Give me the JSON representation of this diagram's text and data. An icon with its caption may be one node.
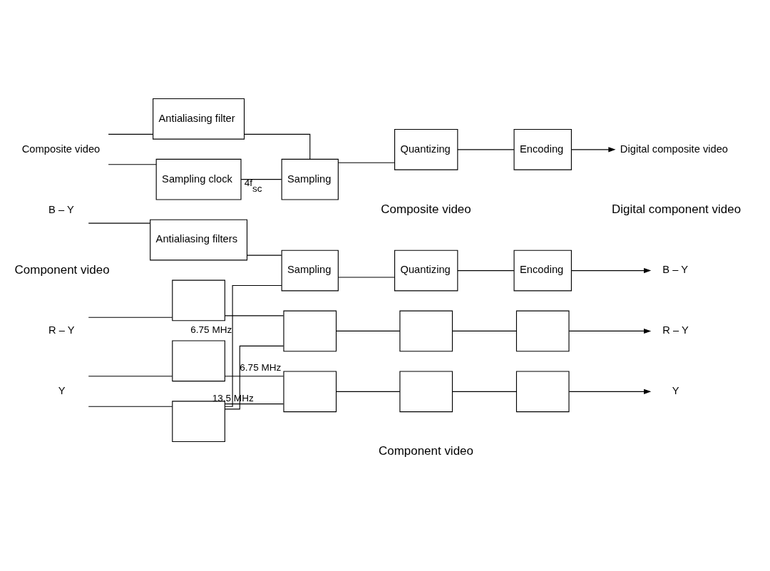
{
  "diagram": {
    "nodes": [
      {
        "text": [
          "Composite video"
        ]
      },
      {
        "text": [
          "Antialiasing filter"
        ]
      },
      {
        "text": [
          "Sampling"
        ]
      },
      {
        "text": [
          "Quantizing"
        ]
      },
      {
        "text": [
          "Encoding"
        ]
      },
      {
        "text": [
          "Digital composite video"
        ]
      },
      {
        "text": [
          "Sampling clock"
        ]
      },
      {
        "text": [
          "B – Y"
        ]
      },
      {
        "text": [
          "R – Y"
        ]
      },
      {
        "text": [
          "Y"
        ]
      },
      {
        "text": [
          "Antialiasing filters"
        ]
      },
      {
        "text": [],
        "shape": "box"
      },
      {
        "text": [],
        "shape": "box"
      },
      {
        "text": [],
        "shape": "box"
      },
      {
        "text": [
          "Sampling"
        ]
      },
      {
        "text": [],
        "shape": "box"
      },
      {
        "text": [],
        "shape": "box"
      },
      {
        "text": [
          "Quantizing"
        ]
      },
      {
        "text": [],
        "shape": "box"
      },
      {
        "text": [],
        "shape": "box"
      },
      {
        "text": [
          "Encoding"
        ]
      },
      {
        "text": [],
        "shape": "box"
      },
      {
        "text": [],
        "shape": "box"
      },
      {
        "text": [
          "B – Y"
        ]
      },
      {
        "text": [
          "R – Y"
        ]
      },
      {
        "text": [
          "Y"
        ]
      }
    ],
    "edges": [
      {
        "from": 0,
        "to": 1,
        "arrow": "none"
      },
      {
        "from": 0,
        "to": 6,
        "arrow": "none"
      },
      {
        "from": 1,
        "to": 2,
        "arrow": "none"
      },
      {
        "from": 6,
        "to": 2,
        "arrow": "none",
        "label": "4f$_{sc}$"
      },
      {
        "from": 2,
        "to": 3,
        "arrow": "none"
      },
      {
        "from": 3,
        "to": 4,
        "arrow": "none"
      },
      {
        "from": 4,
        "to": 5,
        "arrow": "to"
      },
      {
        "from": 7,
        "to": 10,
        "arrow": "none"
      },
      {
        "from": 8,
        "to": 11,
        "arrow": "none"
      },
      {
        "from": 9,
        "to": 12,
        "arrow": "none"
      },
      {
        "from": 9,
        "to": 13,
        "arrow": "none"
      },
      {
        "from": 10,
        "to": 14,
        "arrow": "none"
      },
      {
        "from": 11,
        "to": 15,
        "arrow": "none"
      },
      {
        "from": 12,
        "to": 16,
        "arrow": "none"
      },
      {
        "from": 13,
        "to": 14,
        "arrow": "none",
        "label": "6.75 MHz"
      },
      {
        "from": 13,
        "to": 15,
        "arrow": "none",
        "label": "6.75 MHz"
      },
      {
        "from": 13,
        "to": 16,
        "arrow": "none",
        "label": "13.5 MHz"
      },
      {
        "from": 14,
        "to": 17,
        "arrow": "none"
      },
      {
        "from": 15,
        "to": 18,
        "arrow": "none"
      },
      {
        "from": 16,
        "to": 19,
        "arrow": "none"
      },
      {
        "from": 17,
        "to": 20,
        "arrow": "none"
      },
      {
        "from": 18,
        "to": 21,
        "arrow": "none"
      },
      {
        "from": 19,
        "to": 22,
        "arrow": "none"
      },
      {
        "from": 20,
        "to": 23,
        "arrow": "to"
      },
      {
        "from": 21,
        "to": 24,
        "arrow": "to"
      },
      {
        "from": 22,
        "to": 25,
        "arrow": "to"
      }
    ],
    "labels": [
      "Composite video",
      "Component video",
      "Digital component video",
      "Component video"
    ]
  }
}
